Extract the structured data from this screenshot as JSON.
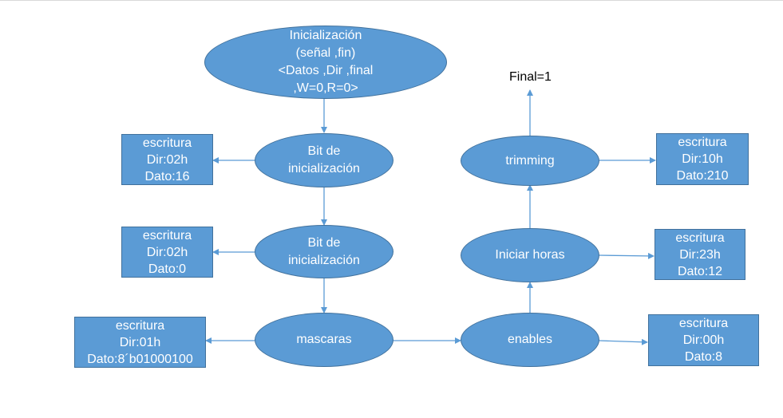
{
  "colors": {
    "node_fill": "#5b9bd5",
    "node_border": "#41719c",
    "arrow": "#5b9bd5",
    "text_on_node": "#ffffff"
  },
  "nodes": {
    "init": [
      "Inicialización",
      "(señal ,fin)",
      "<Datos ,Dir ,final",
      ",W=0,R=0>"
    ],
    "bit1": [
      "Bit de",
      "inicialización"
    ],
    "bit2": [
      "Bit de",
      "inicialización"
    ],
    "mascaras": [
      "mascaras"
    ],
    "enables": [
      "enables"
    ],
    "iniciar": [
      "Iniciar horas"
    ],
    "trimming": [
      "trimming"
    ]
  },
  "boxes": {
    "b1": [
      "escritura",
      "Dir:02h",
      "Dato:16"
    ],
    "b2": [
      "escritura",
      "Dir:02h",
      "Dato:0"
    ],
    "b3": [
      "escritura",
      "Dir:01h",
      "Dato:8´b01000100"
    ],
    "b4": [
      "escritura",
      "Dir:10h",
      "Dato:210"
    ],
    "b5": [
      "escritura",
      "Dir:23h",
      "Dato:12"
    ],
    "b6": [
      "escritura",
      "Dir:00h",
      "Dato:8"
    ]
  },
  "final_label": "Final=1"
}
